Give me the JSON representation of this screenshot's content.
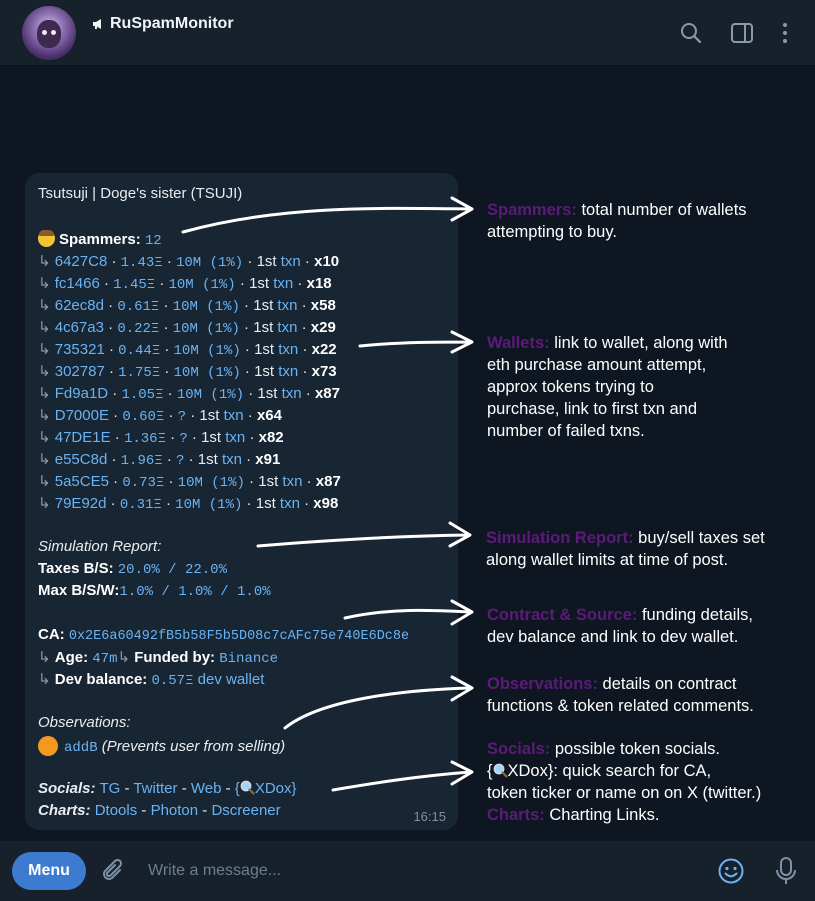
{
  "header": {
    "title": "RuSpamMonitor",
    "icons": [
      "megaphone-icon",
      "search-icon",
      "sidebar-toggle-icon",
      "more-vertical-icon"
    ]
  },
  "message": {
    "token": "Tsutsuji | Doge's sister (TSUJI)",
    "spammers_label": "Spammers:",
    "spammers_count": "12",
    "wallets": [
      {
        "addr": "6427C8",
        "amt": "1.43Ξ",
        "tokens": "10M (1%)",
        "first": "1st",
        "txn": "txn",
        "fails": "x10"
      },
      {
        "addr": "fc1466",
        "amt": "1.45Ξ",
        "tokens": "10M (1%)",
        "first": "1st",
        "txn": "txn",
        "fails": "x18"
      },
      {
        "addr": "62ec8d",
        "amt": "0.61Ξ",
        "tokens": "10M (1%)",
        "first": "1st",
        "txn": "txn",
        "fails": "x58"
      },
      {
        "addr": "4c67a3",
        "amt": "0.22Ξ",
        "tokens": "10M (1%)",
        "first": "1st",
        "txn": "txn",
        "fails": "x29"
      },
      {
        "addr": "735321",
        "amt": "0.44Ξ",
        "tokens": "10M (1%)",
        "first": "1st",
        "txn": "txn",
        "fails": "x22"
      },
      {
        "addr": "302787",
        "amt": "1.75Ξ",
        "tokens": "10M (1%)",
        "first": "1st",
        "txn": "txn",
        "fails": "x73"
      },
      {
        "addr": "Fd9a1D",
        "amt": "1.05Ξ",
        "tokens": "10M (1%)",
        "first": "1st",
        "txn": "txn",
        "fails": "x87"
      },
      {
        "addr": "D7000E",
        "amt": "0.60Ξ",
        "tokens": "?",
        "first": "1st",
        "txn": "txn",
        "fails": "x64"
      },
      {
        "addr": "47DE1E",
        "amt": "1.36Ξ",
        "tokens": "?",
        "first": "1st",
        "txn": "txn",
        "fails": "x82"
      },
      {
        "addr": "e55C8d",
        "amt": "1.96Ξ",
        "tokens": "?",
        "first": "1st",
        "txn": "txn",
        "fails": "x91"
      },
      {
        "addr": "5a5CE5",
        "amt": "0.73Ξ",
        "tokens": "10M (1%)",
        "first": "1st",
        "txn": "txn",
        "fails": "x87"
      },
      {
        "addr": "79E92d",
        "amt": "0.31Ξ",
        "tokens": "10M (1%)",
        "first": "1st",
        "txn": "txn",
        "fails": "x98"
      }
    ],
    "sim_title": "Simulation Report:",
    "taxes_label": "Taxes B/S:",
    "taxes_value": "20.0% / 22.0%",
    "max_label": "Max B/S/W:",
    "max_value": "1.0% / 1.0% / 1.0%",
    "ca_label": "CA:",
    "ca_value": "0x2E6a60492fB5b58F5b5D08c7cAFc75e740E6Dc8e",
    "age_label": "Age:",
    "age_value": "47m",
    "funded_label": "Funded by:",
    "funded_value": "Binance",
    "devbal_label": "Dev balance:",
    "devbal_value": "0.57Ξ",
    "dev_wallet": "dev wallet",
    "obs_title": "Observations:",
    "obs_fn": "addB",
    "obs_note": "(Prevents user from selling)",
    "socials_label": "Socials:",
    "socials": [
      "TG",
      "Twitter",
      "Web"
    ],
    "xdox": "XDox",
    "charts_label": "Charts:",
    "charts": [
      "Dtools",
      "Photon",
      "Dscreener"
    ],
    "time": "16:15"
  },
  "notes": {
    "spammers_k": "Spammers:",
    "spammers_t1": " total number of wallets",
    "spammers_t2": "attempting to buy.",
    "wallets_k": "Wallets:",
    "wallets_t1": " link to wallet, along with",
    "wallets_t2": "eth purchase amount attempt,",
    "wallets_t3": "approx tokens trying to",
    "wallets_t4": "purchase, link to first txn and",
    "wallets_t5": "number of failed txns.",
    "sim_k": "Simulation Report:",
    "sim_t1": " buy/sell taxes set",
    "sim_t2": "along wallet limits at time of post.",
    "contract_k": "Contract & Source:",
    "contract_t1": " funding details,",
    "contract_t2": "dev balance and link to dev wallet.",
    "obs_k": "Observations:",
    "obs_t1": " details on contract",
    "obs_t2": "functions & token related comments.",
    "socials_k": "Socials:",
    "socials_t1": " possible token socials.",
    "socials_t2a": "{",
    "socials_t2b": "XDox}: quick search for CA,",
    "socials_t3": "token ticker or name on on X (twitter.)",
    "charts_k": "Charts:",
    "charts_t": " Charting Links."
  },
  "composer": {
    "menu_label": "Menu",
    "placeholder": "Write a message..."
  },
  "colors": {
    "background": "#0e1621",
    "bubble": "#182533",
    "link": "#6ab3f3",
    "note_key": "#5c1a7a",
    "menu_button": "#3d7bd1"
  }
}
